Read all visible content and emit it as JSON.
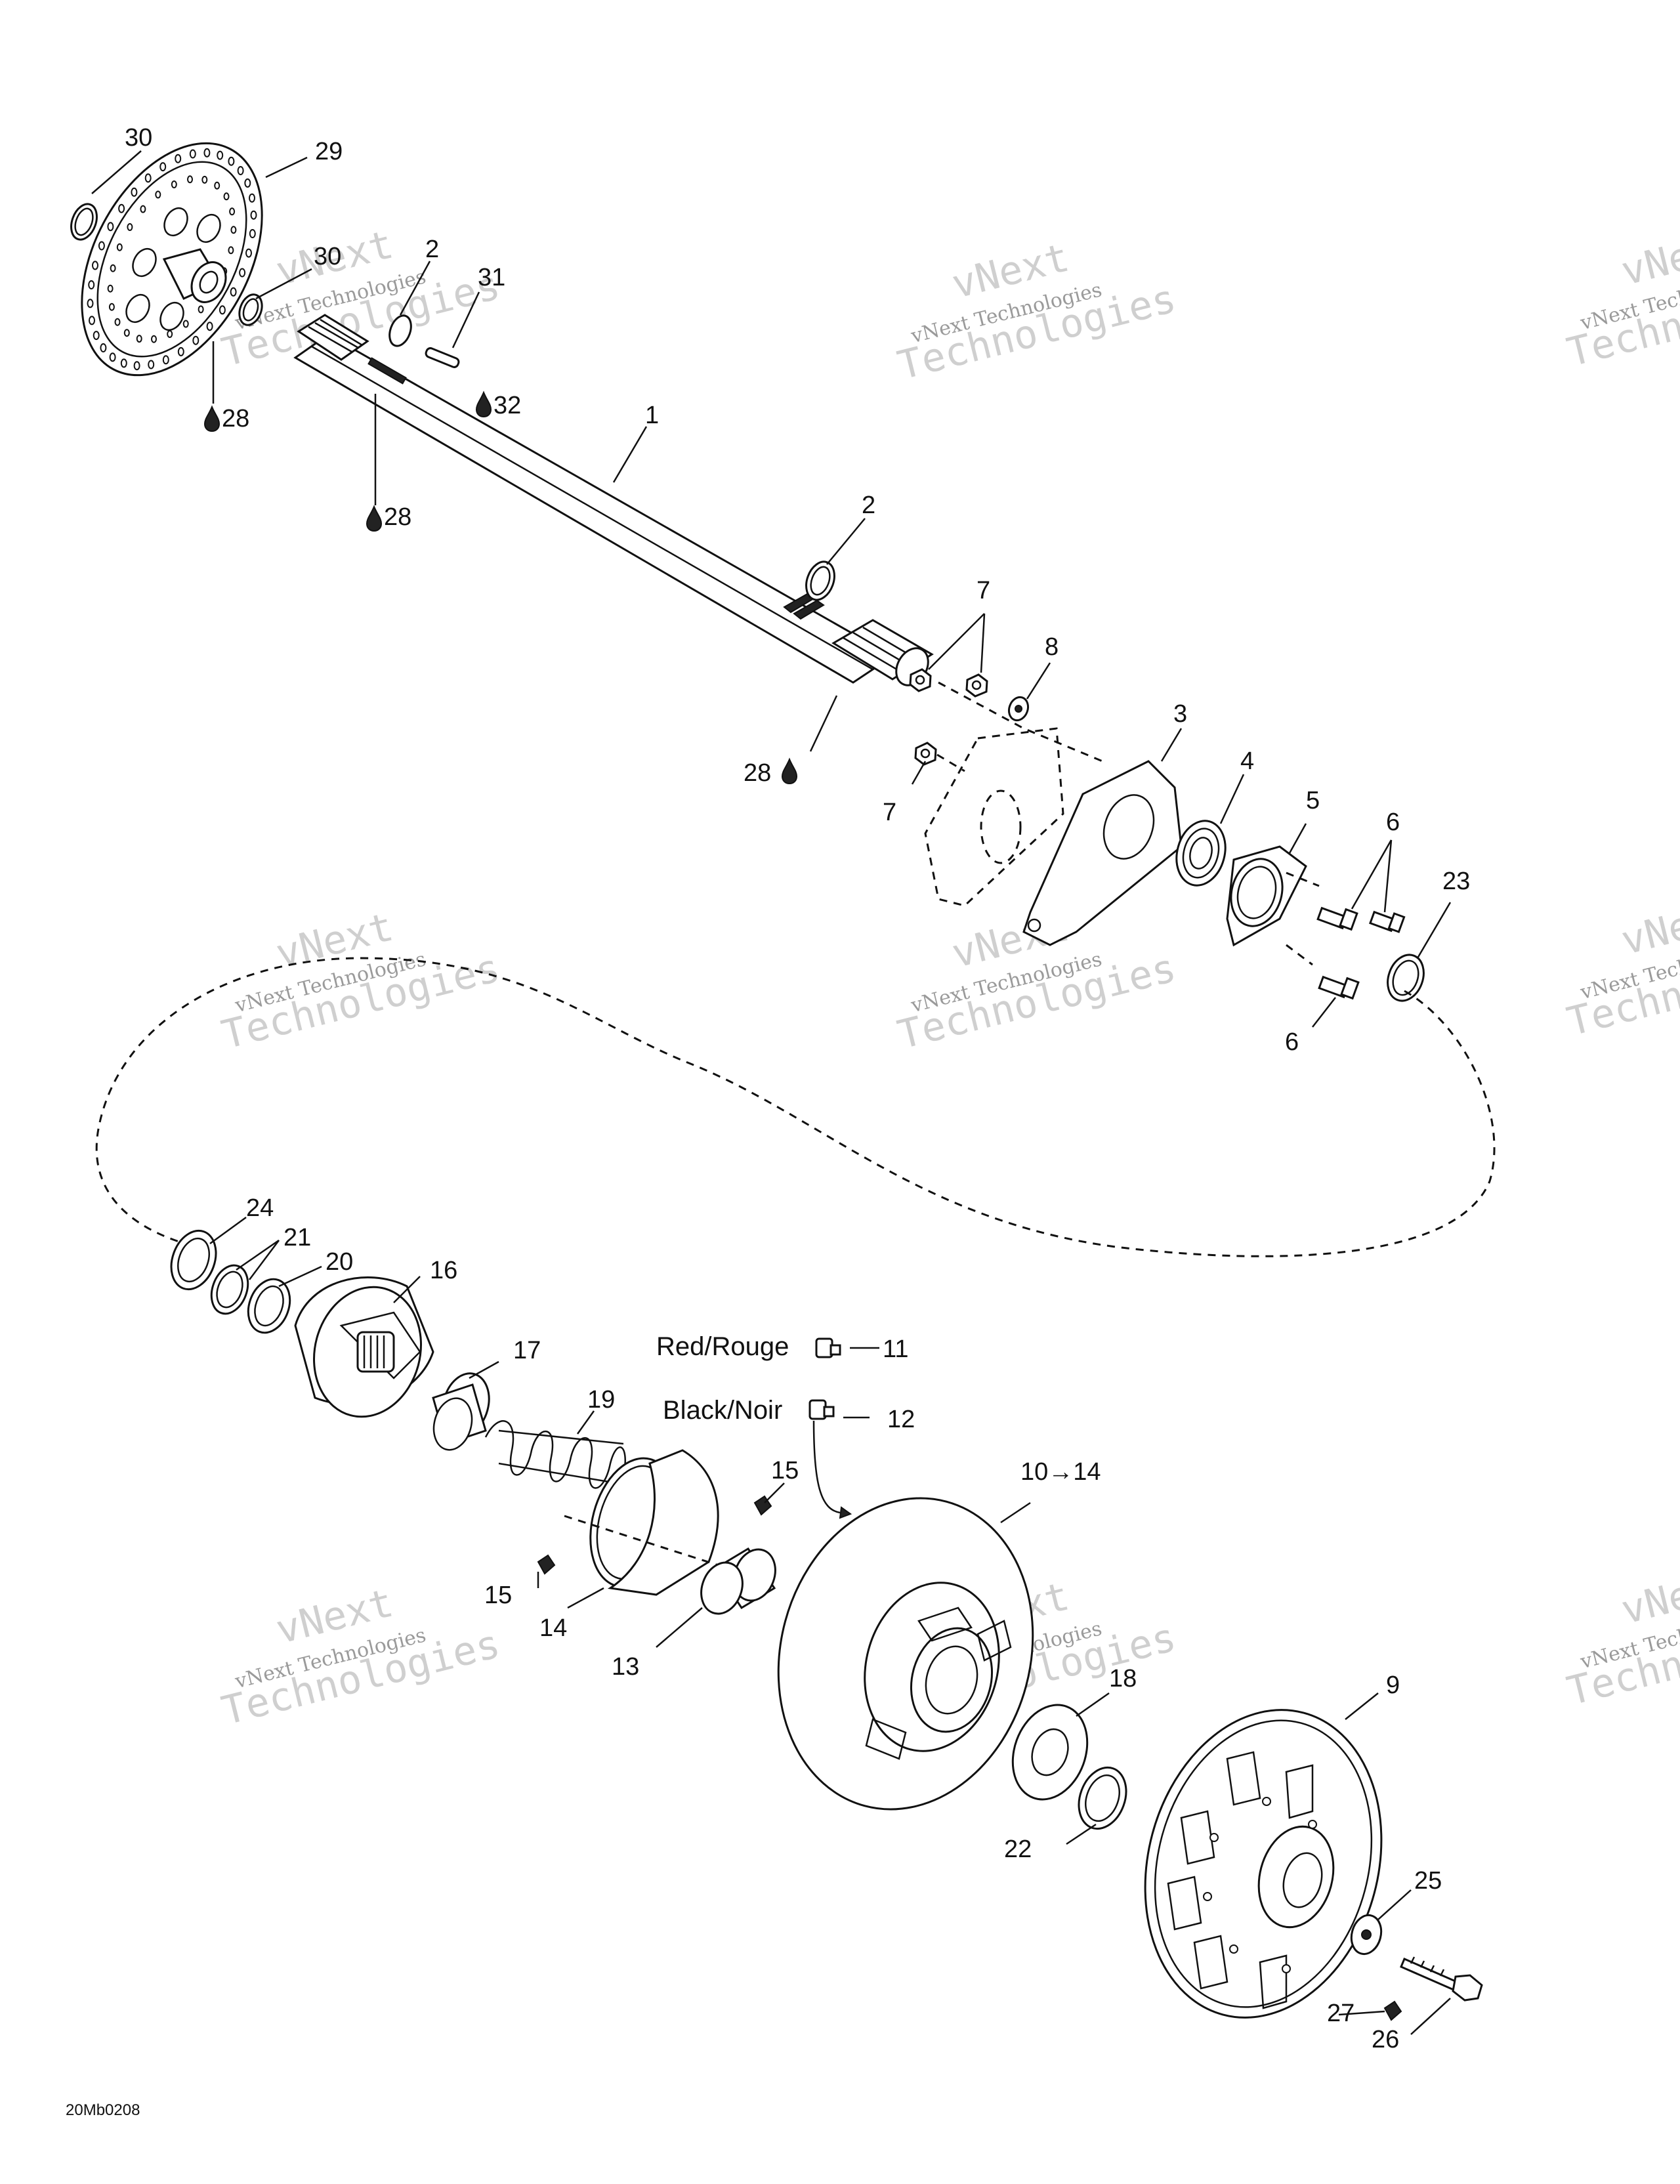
{
  "diagram": {
    "drawing_code": "20Mb0208",
    "watermark": {
      "line1": "vNext",
      "line2": "vNext Technologies",
      "line3": "Technologies"
    },
    "legend": {
      "red_label": "Red/Rouge",
      "black_label": "Black/Noir",
      "red_ref": "11",
      "black_ref": "12",
      "range_ref": "10→14"
    },
    "callouts": {
      "c1": "1",
      "c2a": "2",
      "c2b": "2",
      "c3": "3",
      "c4": "4",
      "c5": "5",
      "c6a": "6",
      "c6b": "6",
      "c7a": "7",
      "c7b": "7",
      "c8": "8",
      "c9": "9",
      "c13": "13",
      "c14": "14",
      "c15a": "15",
      "c15b": "15",
      "c16": "16",
      "c17": "17",
      "c18": "18",
      "c19": "19",
      "c20": "20",
      "c21": "21",
      "c22": "22",
      "c23": "23",
      "c24": "24",
      "c25": "25",
      "c26": "26",
      "c27": "27",
      "c28a": "28",
      "c28b": "28",
      "c28c": "28",
      "c29": "29",
      "c30a": "30",
      "c30b": "30",
      "c31": "31",
      "c32": "32"
    }
  }
}
